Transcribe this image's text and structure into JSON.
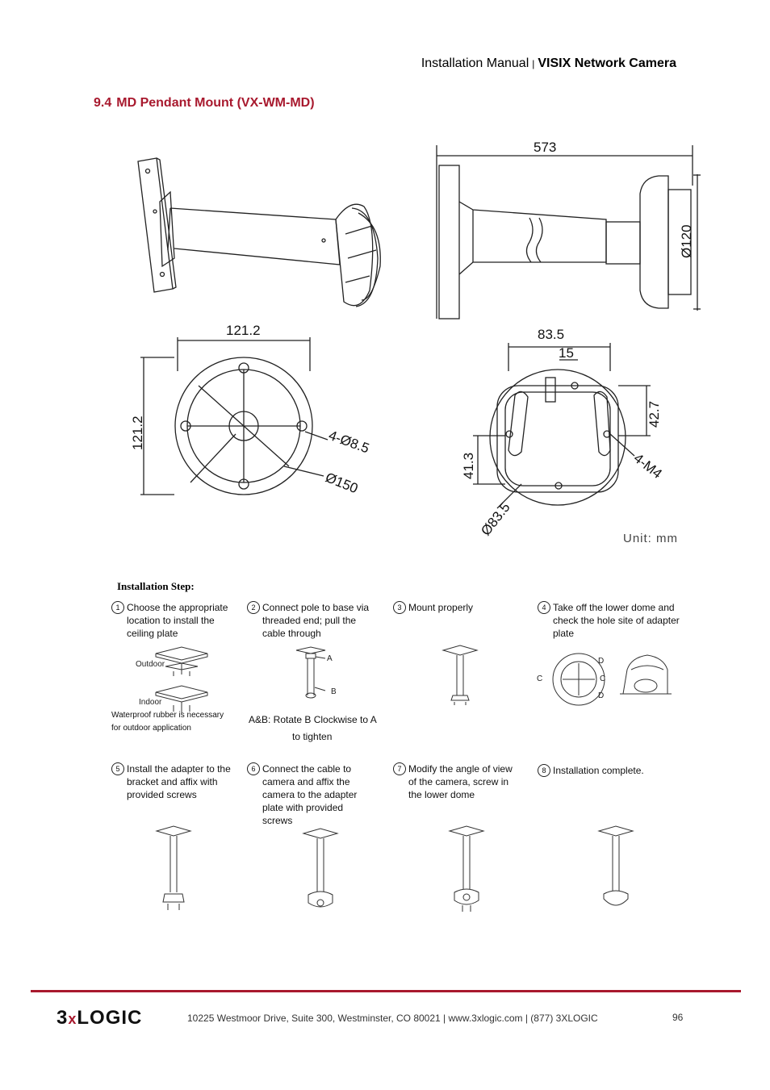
{
  "header": {
    "prefix": "Installation Manual",
    "separator": "|",
    "title": "VISIX Network Camera"
  },
  "section": {
    "number": "9.4",
    "title": "MD Pendant Mount (VX-WM-MD)"
  },
  "drawing": {
    "dim_573": "573",
    "dim_120": "Ø120",
    "dim_121_top": "121.2",
    "dim_121_side": "121.2",
    "dim_holes": "4-Ø8.5",
    "dim_150": "Ø150",
    "dim_83": "83.5",
    "dim_15": "15",
    "dim_42": "42.7",
    "dim_41": "41.3",
    "dim_m4": "4-M4",
    "dim_d83": "Ø83.5",
    "unit": "Unit:  mm"
  },
  "install": {
    "title": "Installation Step:",
    "steps": [
      {
        "num": "1",
        "text": "Choose the appropriate location to install the ceiling plate"
      },
      {
        "num": "2",
        "text": "Connect pole to base via threaded end; pull the cable through"
      },
      {
        "num": "3",
        "text": "Mount properly"
      },
      {
        "num": "4",
        "text": "Take off the lower dome and check the hole site of adapter plate"
      },
      {
        "num": "5",
        "text": "Install the adapter to the bracket and affix with provided screws"
      },
      {
        "num": "6",
        "text": "Connect the cable to camera and affix the camera to the adapter plate with provided screws"
      },
      {
        "num": "7",
        "text": "Modify the angle of view of the camera, screw in the lower dome"
      },
      {
        "num": "8",
        "text": "Installation complete."
      }
    ],
    "labels": {
      "outdoor": "Outdoor",
      "indoor": "Indoor",
      "a": "A",
      "b": "B",
      "c1": "C",
      "c2": "C",
      "d1": "D",
      "d2": "D"
    },
    "notes": {
      "waterproof_1": "Waterproof rubber is necessary",
      "waterproof_2": "for outdoor application",
      "rotate_1": "A&B: Rotate B Clockwise to A",
      "rotate_2": "to tighten"
    }
  },
  "footer": {
    "logo": "LOGIC",
    "logo_num": "3",
    "logo_x": "x",
    "address": "10225 Westmoor Drive, Suite 300, Westminster, CO 80021 | www.3xlogic.com | (877) 3XLOGIC",
    "page": "96"
  }
}
